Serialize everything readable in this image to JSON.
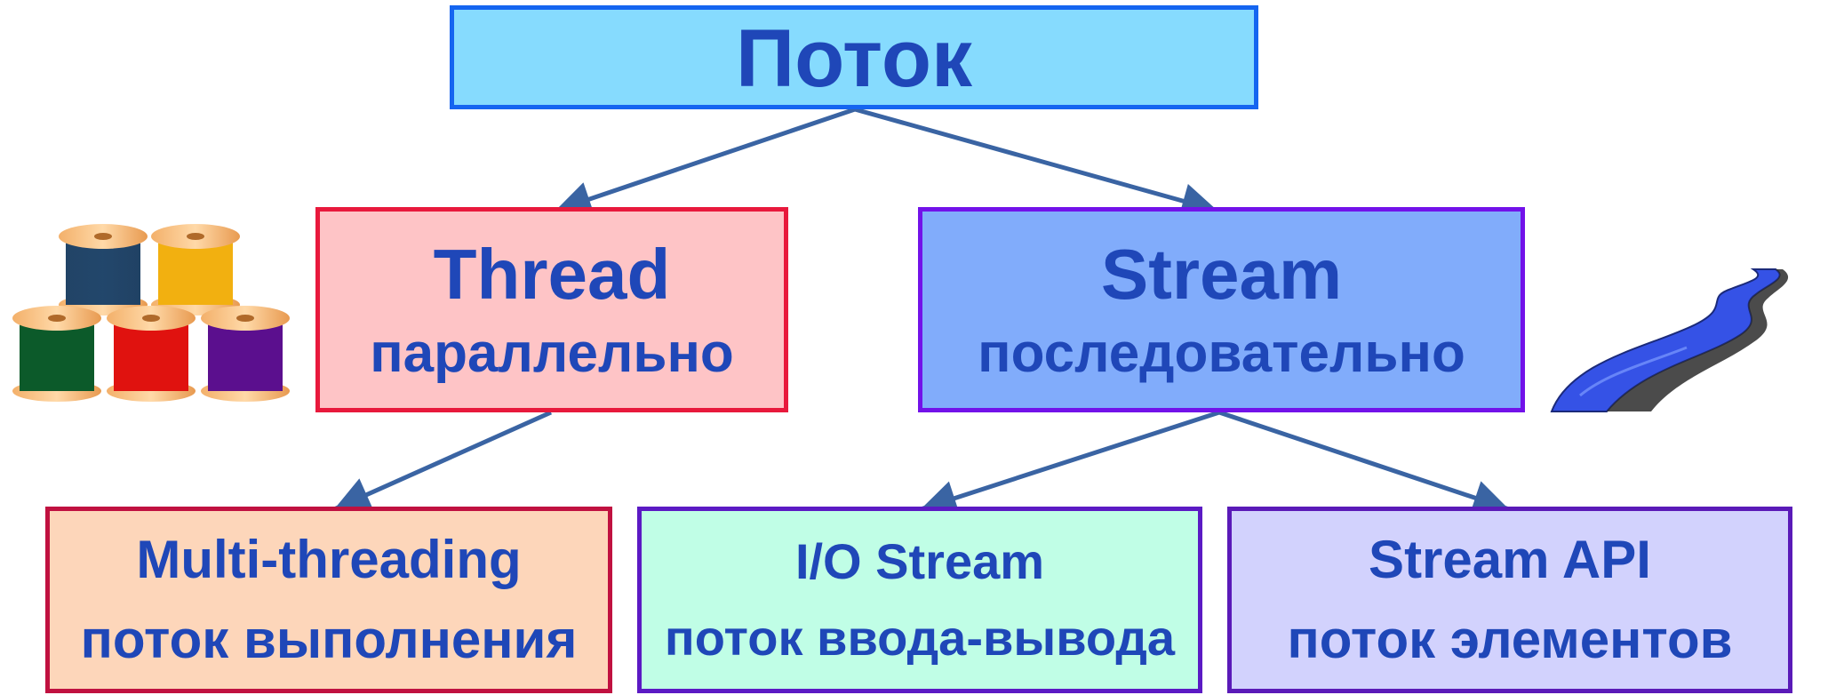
{
  "root": {
    "title": "Поток"
  },
  "level2": [
    {
      "title": "Thread",
      "subtitle": "параллельно"
    },
    {
      "title": "Stream",
      "subtitle": "последовательно"
    }
  ],
  "level3": [
    {
      "title": "Multi-threading",
      "subtitle": "поток выполнения"
    },
    {
      "title": "I/O Stream",
      "subtitle": "поток ввода-вывода"
    },
    {
      "title": "Stream API",
      "subtitle": "поток элементов"
    }
  ],
  "colors": {
    "text": "#1f47b8",
    "arrow": "#3a64a3",
    "root_fill": "#86dbfe",
    "thread_fill": "#fec4c6",
    "stream_fill": "#81acfb",
    "multithreading_fill": "#fdd6ba",
    "io_fill": "#c0fee6",
    "api_fill": "#d2d2fd"
  },
  "icons": {
    "left": "thread-spools-icon",
    "right": "river-icon"
  }
}
